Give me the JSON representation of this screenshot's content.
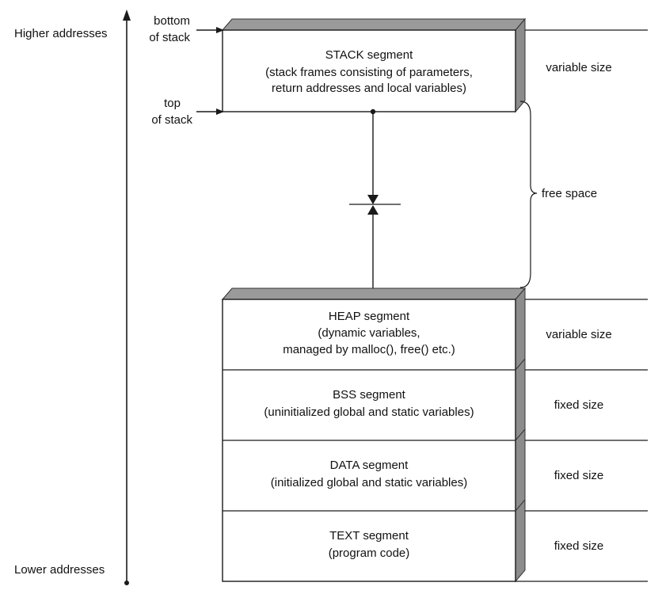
{
  "axis": {
    "higher": "Higher addresses",
    "lower": "Lower addresses"
  },
  "pointers": {
    "bottom_line1": "bottom",
    "bottom_line2": "of stack",
    "top_line1": "top",
    "top_line2": "of stack"
  },
  "segments": {
    "stack": {
      "title": "STACK segment",
      "desc1": "(stack frames consisting of parameters,",
      "desc2": "return addresses and local variables)",
      "size": "variable size"
    },
    "heap": {
      "title": "HEAP segment",
      "desc1": "(dynamic variables,",
      "desc2": "managed by malloc(), free() etc.)",
      "size": "variable size"
    },
    "bss": {
      "title": "BSS segment",
      "desc1": "(uninitialized global and static variables)",
      "size": "fixed size"
    },
    "data": {
      "title": "DATA segment",
      "desc1": "(initialized global and static variables)",
      "size": "fixed size"
    },
    "text": {
      "title": "TEXT segment",
      "desc1": "(program code)",
      "size": "fixed size"
    }
  },
  "free_space": "free space",
  "colors": {
    "box_top": "#9a9a9a",
    "box_side": "#8c8c8c",
    "line": "#1a1a1a"
  }
}
